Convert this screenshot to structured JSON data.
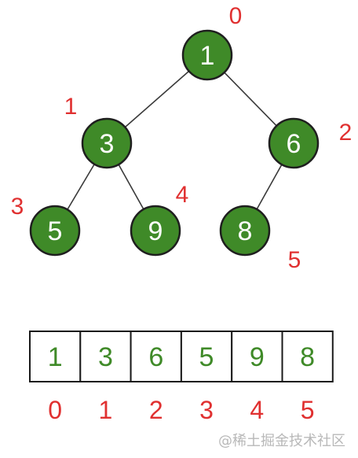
{
  "tree": {
    "nodes": [
      {
        "value": "1",
        "index": "0"
      },
      {
        "value": "3",
        "index": "1"
      },
      {
        "value": "6",
        "index": "2"
      },
      {
        "value": "5",
        "index": "3"
      },
      {
        "value": "9",
        "index": "4"
      },
      {
        "value": "8",
        "index": "5"
      }
    ],
    "edges": [
      [
        0,
        1
      ],
      [
        0,
        2
      ],
      [
        1,
        3
      ],
      [
        1,
        4
      ],
      [
        2,
        5
      ]
    ]
  },
  "array": {
    "values": [
      "1",
      "3",
      "6",
      "5",
      "9",
      "8"
    ],
    "indices": [
      "0",
      "1",
      "2",
      "3",
      "4",
      "5"
    ]
  },
  "watermark": "@稀土掘金技术社区",
  "colors": {
    "node_fill": "#3f8a28",
    "index_label": "#e03030",
    "cell_text": "#3f8a28"
  }
}
